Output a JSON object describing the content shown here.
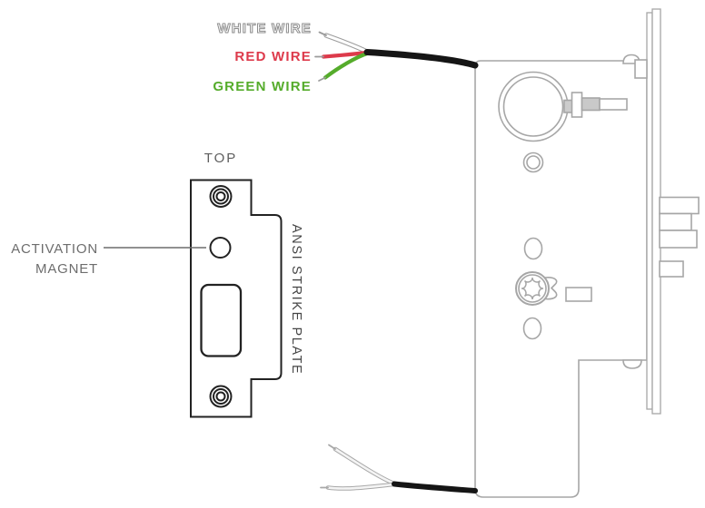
{
  "diagram": {
    "wire_labels": {
      "white": "WHITE WIRE",
      "red": "RED WIRE",
      "green": "GREEN WIRE"
    },
    "strike_plate": {
      "top_label": "TOP",
      "callout_line1": "ACTIVATION",
      "callout_line2": "MAGNET",
      "side_label": "ANSI STRIKE PLATE"
    },
    "colors": {
      "red_wire": "#dd3a4b",
      "green_wire": "#55ac2b",
      "white_wire_outline": "#8f8f8f",
      "cable_black": "#151515",
      "plate_line": "#222222",
      "body_line": "#a6a6a6",
      "label_gray": "#6d6d6d"
    }
  }
}
